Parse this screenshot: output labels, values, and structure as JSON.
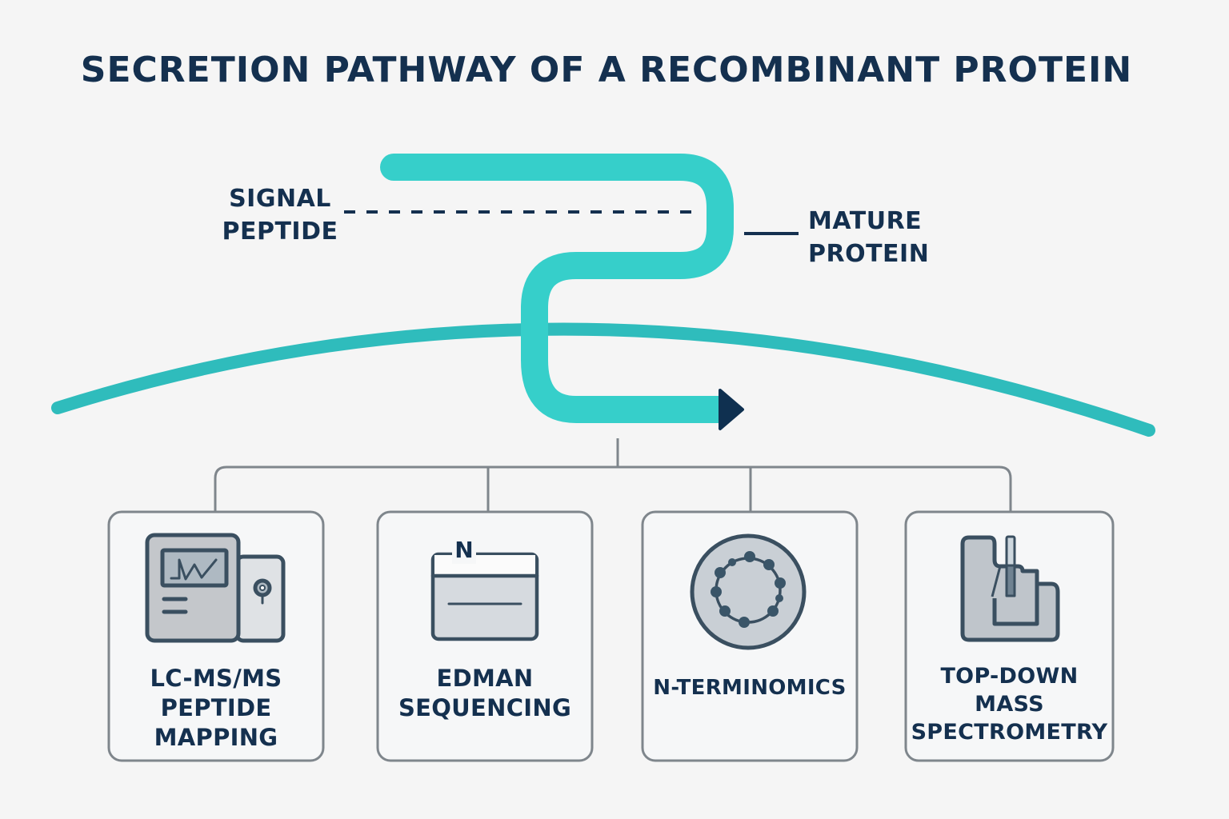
{
  "title": "SECRETION PATHWAY OF A RECOMBINANT PROTEIN",
  "labels": {
    "signal_line1": "SIGNAL",
    "signal_line2": "PEPTIDE",
    "mature_line1": "MATURE",
    "mature_line2": "PROTEIN"
  },
  "colors": {
    "protein": "#36cfca",
    "membrane": "#2fbcbc",
    "arrowhead": "#0f3050",
    "text": "#14304f",
    "connector": "#7f868c",
    "icon_stroke": "#3a4f60",
    "icon_fill": "#c4c9ce"
  },
  "methods": [
    {
      "line1": "LC-MS/MS",
      "line2": "PEPTIDE",
      "line3": "MAPPING",
      "icon": "lc-ms-instrument-icon"
    },
    {
      "line1": "EDMAN",
      "line2": "SEQUENCING",
      "icon": "edman-sequencer-icon",
      "icon_letter": "N"
    },
    {
      "line1": "N-TERMINOMICS",
      "icon": "peptide-ring-icon"
    },
    {
      "line1": "TOP-DOWN",
      "line2": "MASS",
      "line3": "SPECTROMETRY",
      "icon": "mass-spectrometer-icon"
    }
  ]
}
